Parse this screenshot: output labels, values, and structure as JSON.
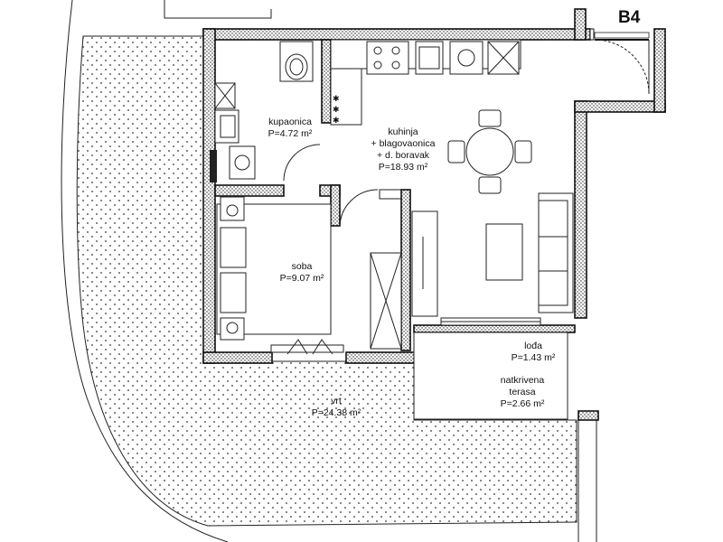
{
  "plan": {
    "unit_code": "B4",
    "rooms": {
      "bathroom": {
        "name": "kupaonica",
        "area": "P=4.72 m²"
      },
      "kitchen": {
        "line1": "kuhinja",
        "line2": "+ blagovaonica",
        "line3": "+ d. boravak",
        "area": "P=18.93 m²"
      },
      "bedroom": {
        "name": "soba",
        "area": "P=9.07 m²"
      },
      "loggia": {
        "name": "lođa",
        "area": "P=1.43 m²"
      },
      "terrace": {
        "line1": "natkrivena",
        "line2": "terasa",
        "area": "P=2.66 m²"
      },
      "garden": {
        "name": "vrt",
        "area": "P=24.38 m²"
      }
    }
  }
}
